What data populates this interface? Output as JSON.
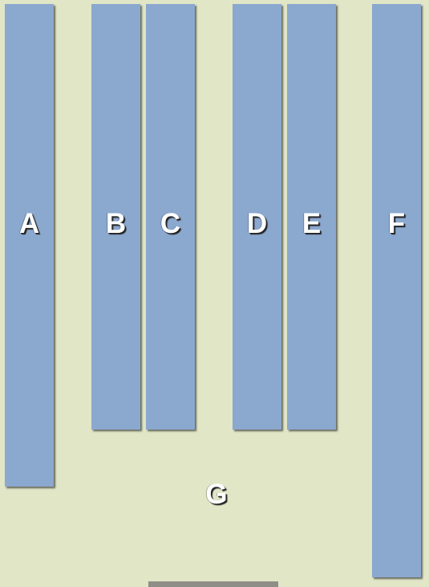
{
  "colors": {
    "background": "#e1e6c7",
    "panel": "#8ba8cf",
    "label": "#ffffff",
    "bar": "#8f8e86"
  },
  "panels": [
    {
      "label": "A"
    },
    {
      "label": "B"
    },
    {
      "label": "C"
    },
    {
      "label": "D"
    },
    {
      "label": "E"
    },
    {
      "label": "F"
    }
  ],
  "area": {
    "label": "G"
  }
}
